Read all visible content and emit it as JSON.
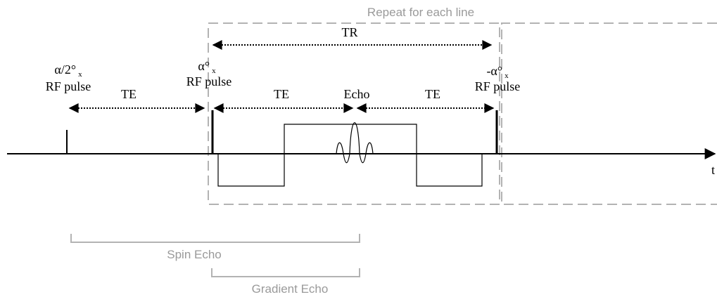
{
  "repeat_label": "Repeat for each line",
  "tr_label": "TR",
  "pulses": {
    "initial": {
      "flip": "α/2°",
      "axis": "x",
      "label": "RF pulse"
    },
    "second": {
      "flip": "α°",
      "axis": "x",
      "label": "RF pulse"
    },
    "third": {
      "flip": "-α°",
      "axis": "x",
      "label": "RF pulse"
    }
  },
  "te_labels": [
    "TE",
    "TE",
    "TE"
  ],
  "echo_label": "Echo",
  "time_axis_label": "t",
  "brackets": {
    "spin_echo": "Spin Echo",
    "gradient_echo": "Gradient Echo"
  },
  "colors": {
    "ink": "#000000",
    "guide": "#b3b3b3",
    "guide_text": "#9a9a9a"
  }
}
